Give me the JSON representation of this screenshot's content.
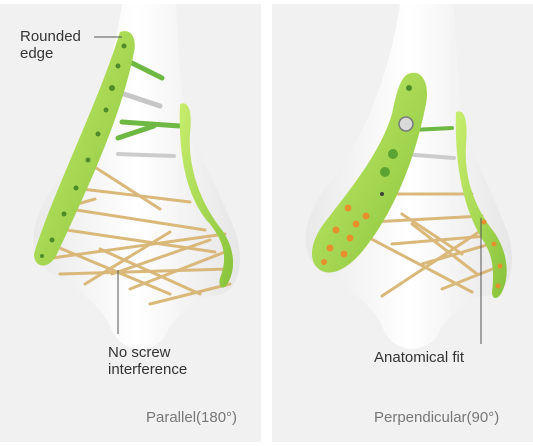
{
  "colors": {
    "panel_background": "#f1f1f1",
    "plate_green": "#9ed343",
    "screw_gold": "#d8b574",
    "screw_green": "#6eb844",
    "label_text": "#333333",
    "caption_text": "#777777"
  },
  "left_panel": {
    "callout_edge": {
      "line1": "Rounded",
      "line2": "edge"
    },
    "callout_screws": {
      "line1": "No screw",
      "line2": "interference"
    },
    "caption": "Parallel(180°)"
  },
  "right_panel": {
    "callout_fit": "Anatomical fit",
    "caption": "Perpendicular(90°)"
  }
}
